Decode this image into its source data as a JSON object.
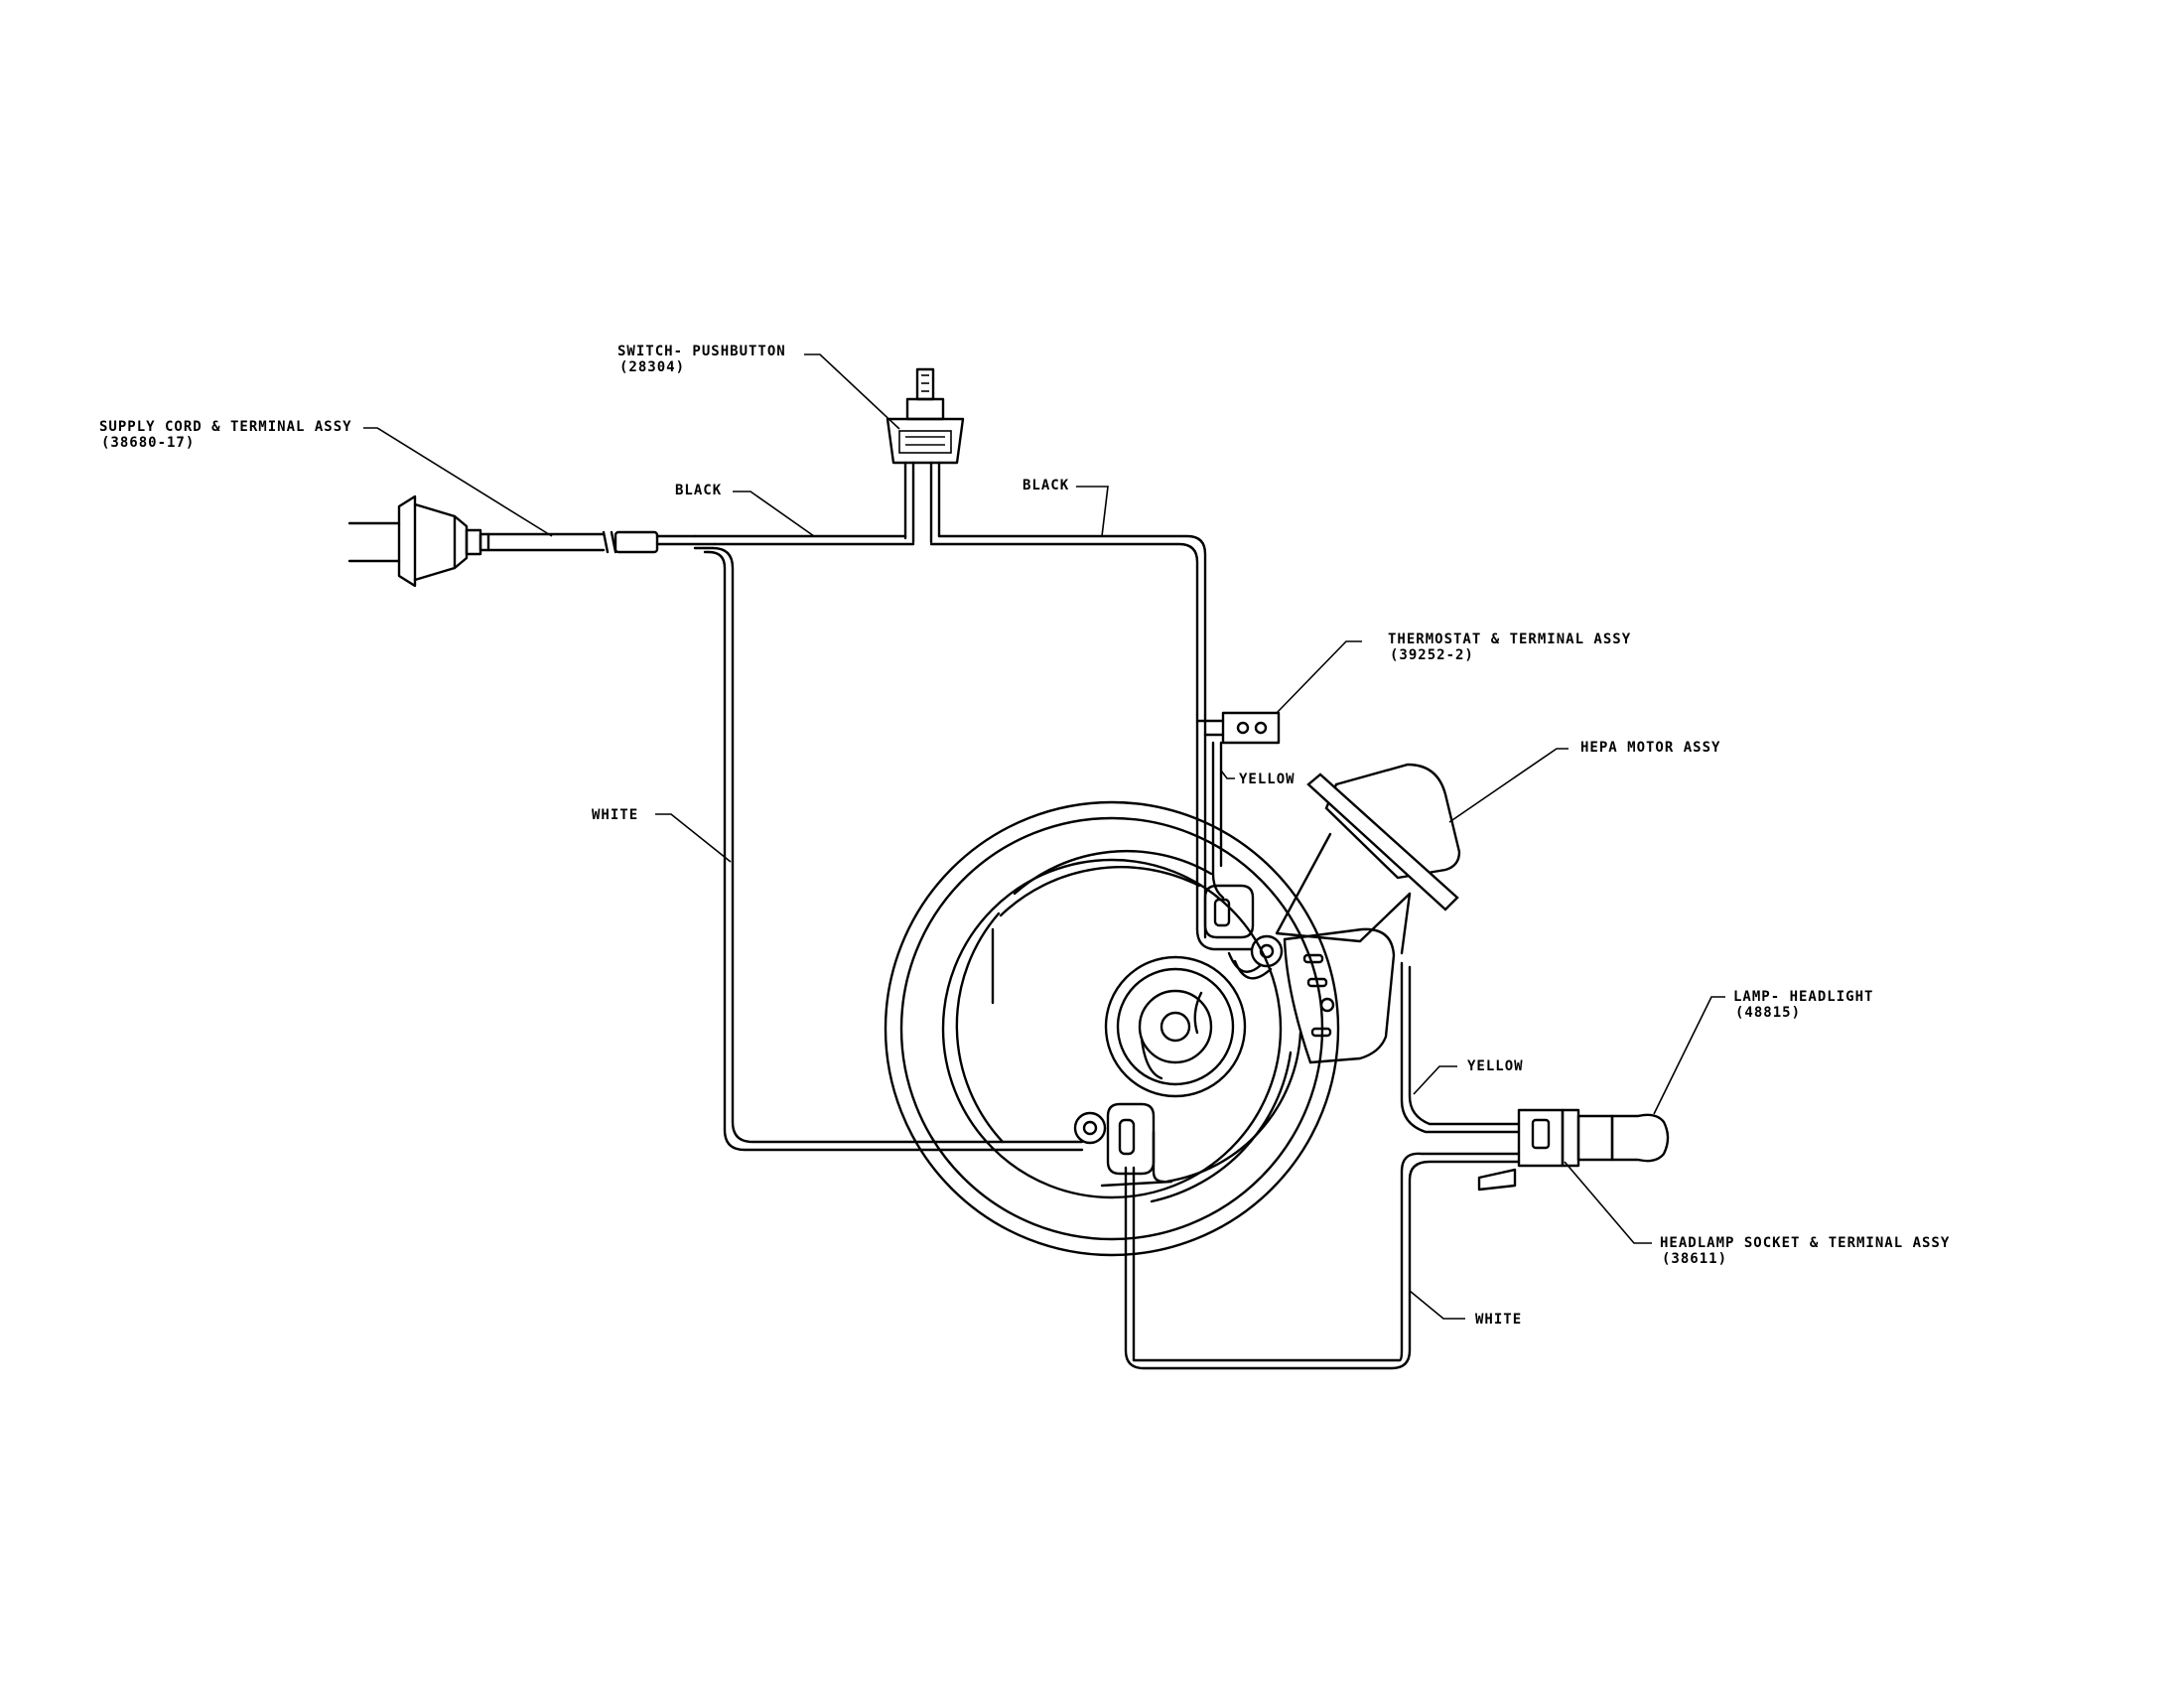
{
  "labels": {
    "switch": "SWITCH- PUSHBUTTON",
    "switch_part": "(28304)",
    "supply_cord": "SUPPLY CORD & TERMINAL ASSY",
    "supply_cord_part": "(38680-17)",
    "black_left": "BLACK",
    "black_right": "BLACK",
    "thermostat": "THERMOSTAT & TERMINAL ASSY",
    "thermostat_part": "(39252-2)",
    "yellow_top": "YELLOW",
    "hepa_motor": "HEPA MOTOR ASSY",
    "white_left": "WHITE",
    "lamp": "LAMP- HEADLIGHT",
    "lamp_part": "(48815)",
    "yellow_right": "YELLOW",
    "headlamp_socket": "HEADLAMP SOCKET & TERMINAL ASSY",
    "headlamp_socket_part": "(38611)",
    "white_bottom": "WHITE"
  }
}
